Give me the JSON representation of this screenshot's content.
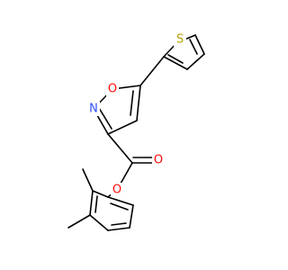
{
  "molecule": {
    "atoms": [
      {
        "id": "S1",
        "label": "S"
      },
      {
        "id": "O1",
        "label": "O"
      },
      {
        "id": "N1",
        "label": "N"
      },
      {
        "id": "O2",
        "label": "O"
      },
      {
        "id": "O3",
        "label": "O"
      }
    ]
  },
  "colors": {
    "bond": "#000000",
    "sulfur": "#b8a000",
    "oxygen": "#ff0d0d",
    "nitrogen": "#3050f8",
    "background": "#ffffff"
  }
}
